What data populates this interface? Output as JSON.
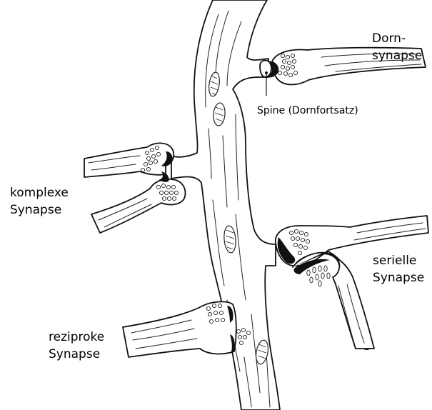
{
  "labels": {
    "dorn_line1": "Dorn-",
    "dorn_line2": "synapse",
    "spine": "Spine (Dornfortsatz)",
    "komplexe_line1": "komplexe",
    "komplexe_line2": "Synapse",
    "serielle_line1": "serielle",
    "serielle_line2": "Synapse",
    "reziproke_line1": "reziproke",
    "reziproke_line2": "Synapse"
  },
  "colors": {
    "ink": "#111111",
    "background": "#ffffff"
  }
}
